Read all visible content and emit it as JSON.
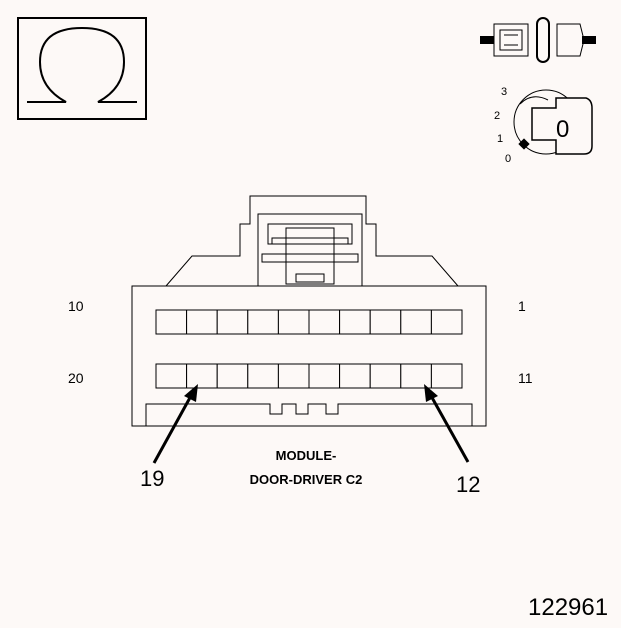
{
  "connector": {
    "title_line1": "MODULE-",
    "title_line2": "DOOR-DRIVER C2",
    "top_row": {
      "left_pin": "10",
      "right_pin": "1"
    },
    "bottom_row": {
      "left_pin": "20",
      "right_pin": "11"
    },
    "callouts": [
      "19",
      "12"
    ]
  },
  "ignition_key": {
    "positions": [
      "3",
      "2",
      "1",
      "0"
    ],
    "key_label": "0"
  },
  "figure_id": "122961",
  "icons": [
    "ohm-symbol-icon",
    "disconnected-connector-icon",
    "ignition-key-off-icon"
  ]
}
